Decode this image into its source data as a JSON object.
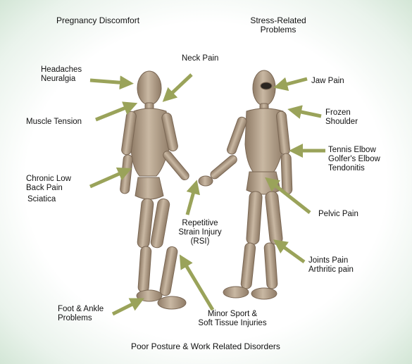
{
  "headings": {
    "pregnancy": "Pregnancy Discomfort",
    "stress_line1": "Stress-Related",
    "stress_line2": "Problems",
    "footer": "Poor Posture & Work Related Disorders"
  },
  "labels": {
    "headaches": "Headaches",
    "neuralgia": "Neuralgia",
    "neck_pain": "Neck Pain",
    "muscle_tension": "Muscle Tension",
    "chronic_low_1": "Chronic Low",
    "chronic_low_2": "Back Pain",
    "sciatica": "Sciatica",
    "rsi_1": "Repetitive",
    "rsi_2": "Strain Injury",
    "rsi_3": "(RSI)",
    "foot_1": "Foot & Ankle",
    "foot_2": "Problems",
    "minor_1": "Minor Sport &",
    "minor_2": "Soft Tissue Injuries",
    "jaw_pain": "Jaw Pain",
    "frozen_1": "Frozen",
    "frozen_2": "Shoulder",
    "tennis": "Tennis Elbow",
    "golfers": "Golfer's Elbow",
    "tendonitis": "Tendonitis",
    "pelvic": "Pelvic Pain",
    "joints": "Joints Pain",
    "arthritic": "Arthritic pain"
  },
  "colors": {
    "arrow": "#9aa35a",
    "arrow_stroke": "#7d8640",
    "mannequin": "#b9a690",
    "mannequin_dark": "#8f7b66"
  }
}
